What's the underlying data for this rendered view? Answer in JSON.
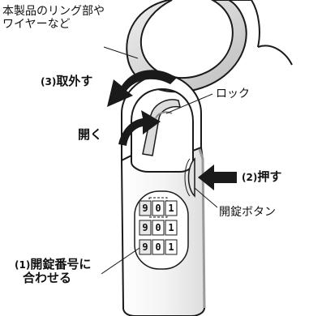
{
  "labels": {
    "product_ring_line1": "本製品のリング部や",
    "product_ring_line2": "ワイヤーなど",
    "step3_number": "(3)",
    "step3_text": "取外す",
    "open_text": "開く",
    "lock_text": "ロック",
    "step2_number": "(2)",
    "step2_text": "押す",
    "open_button_text": "開錠ボタン",
    "step1_number": "(1)",
    "step1_text_line1": "開錠番号に",
    "step1_text_line2": "合わせる"
  },
  "dials": [
    [
      "9",
      "0",
      "1"
    ],
    [
      "9",
      "0",
      "1"
    ],
    [
      "9",
      "0",
      "1"
    ]
  ],
  "colors": {
    "line": "#1a1a1a",
    "body_fill": "#f2f2f2",
    "ring_fill": "#dcdcdc",
    "arrow": "#1a1a1a",
    "shadow": "#bfbfbf"
  },
  "icons": {
    "arrow_remove": "curved-arrow-left",
    "arrow_open": "curved-arrow-up",
    "arrow_push": "arrow-right"
  }
}
